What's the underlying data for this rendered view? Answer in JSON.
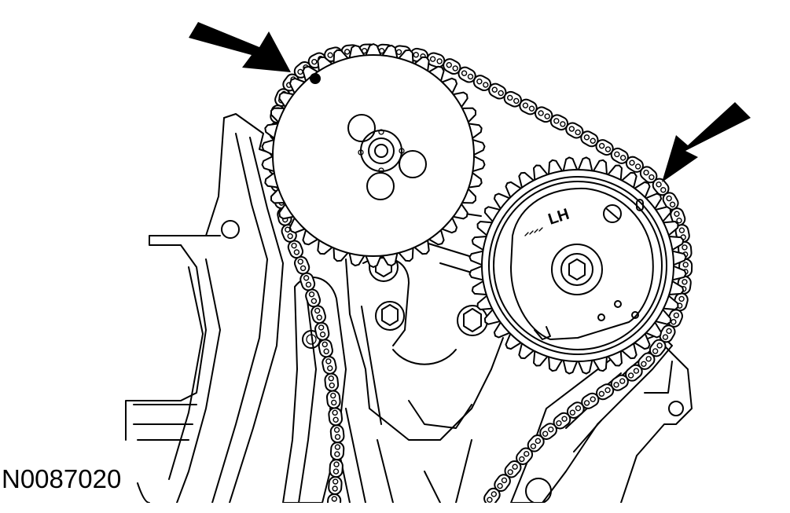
{
  "figure": {
    "id_label": "N0087020"
  },
  "gears": {
    "right_gear_marking": "LH"
  },
  "callouts": [
    {
      "name": "arrow-left-timing-mark"
    },
    {
      "name": "arrow-right-timing-mark"
    }
  ],
  "style": {
    "line_color": "#000000",
    "background": "#ffffff"
  }
}
